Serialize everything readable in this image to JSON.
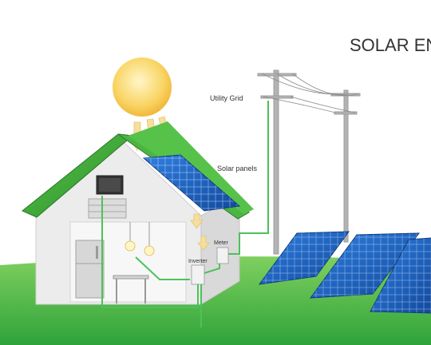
{
  "title": "SOLAR EN",
  "labels": {
    "utility_grid": "Utility Grid",
    "solar_panels": "Solar panels",
    "meter": "Meter",
    "inverter": "Inverter"
  },
  "colors": {
    "ground": "#4cb848",
    "roof": "#3f9e35",
    "house_wall": "#e9e9e9",
    "panel": "#1f5fbf",
    "sun": "#f7c948",
    "ray_arrow": "#f3dfa0",
    "wire": "#4cc25a",
    "pole": "#9c9c9c"
  }
}
